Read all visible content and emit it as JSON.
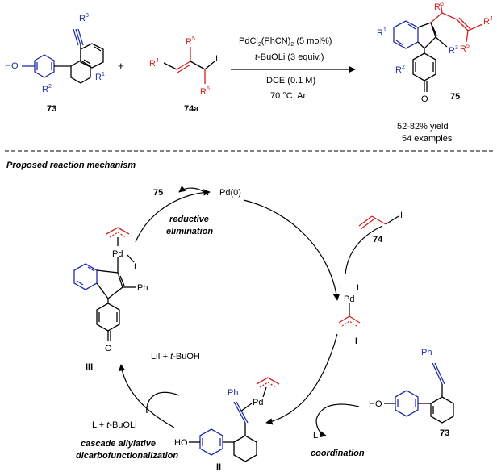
{
  "colors": {
    "black": "#000000",
    "blue": "#1f2ea6",
    "red": "#d22020"
  },
  "reaction": {
    "reactant1": {
      "label": "73",
      "oh": "HO",
      "r1": "R",
      "r1_sub": "1",
      "r2": "R",
      "r2_sub": "2",
      "r3": "R",
      "r3_sub": "3"
    },
    "plus": "+",
    "reactant2": {
      "label": "74a",
      "r4": "R",
      "r4_sub": "4",
      "r5": "R",
      "r5_sub": "5",
      "r6": "R",
      "r6_sub": "6",
      "iodo": "I"
    },
    "conditions": {
      "catalyst_a": "PdCl",
      "catalyst_sub": "2",
      "catalyst_b": "(PhCN)",
      "catalyst_sub2": "2",
      "catalyst_c": " (5 mol%)",
      "base_italic": "t",
      "base_rest": "-BuOLi (3 equiv.)",
      "solvent": "DCE (0.1 M)",
      "temperature": "70 °C, Ar"
    },
    "product": {
      "label": "75",
      "yield": "52-82% yield",
      "examples": "54 examples",
      "oxo": "O",
      "r1": "R",
      "r1_sub": "1",
      "r2": "R",
      "r2_sub": "2",
      "r3": "R",
      "r3_sub": "3",
      "r4": "R",
      "r4_sub": "4",
      "r5": "R",
      "r5_sub": "5",
      "r6": "R",
      "r6_sub": "6"
    }
  },
  "mechanism": {
    "title": "Proposed reaction mechanism",
    "pd0": "Pd(0)",
    "product_out": "75",
    "reductive_1": "reductive",
    "reductive_2": "elimination",
    "allyl_in_label": "74",
    "allyl_in_iodo": "I",
    "int1": {
      "label": "I",
      "pd": "Pd",
      "i_left": "I",
      "i_right": "I"
    },
    "int2": {
      "label": "II",
      "pd": "Pd",
      "ph": "Ph",
      "oh": "HO"
    },
    "int3": {
      "label": "III",
      "pd": "Pd",
      "l": "L",
      "ph": "Ph",
      "oxo": "O"
    },
    "substrate73": {
      "label": "73",
      "ph": "Ph",
      "oh": "HO"
    },
    "coordination": "coordination",
    "ligand_out": "L",
    "byproducts": "LiI + ",
    "byproducts_italic": "t",
    "byproducts_rest": "-BuOH",
    "reagents_in": "L + ",
    "reagents_in_italic": "t",
    "reagents_in_rest": "-BuOLi",
    "cascade_1": "cascade allylative",
    "cascade_2": "dicarbofunctionalization"
  }
}
